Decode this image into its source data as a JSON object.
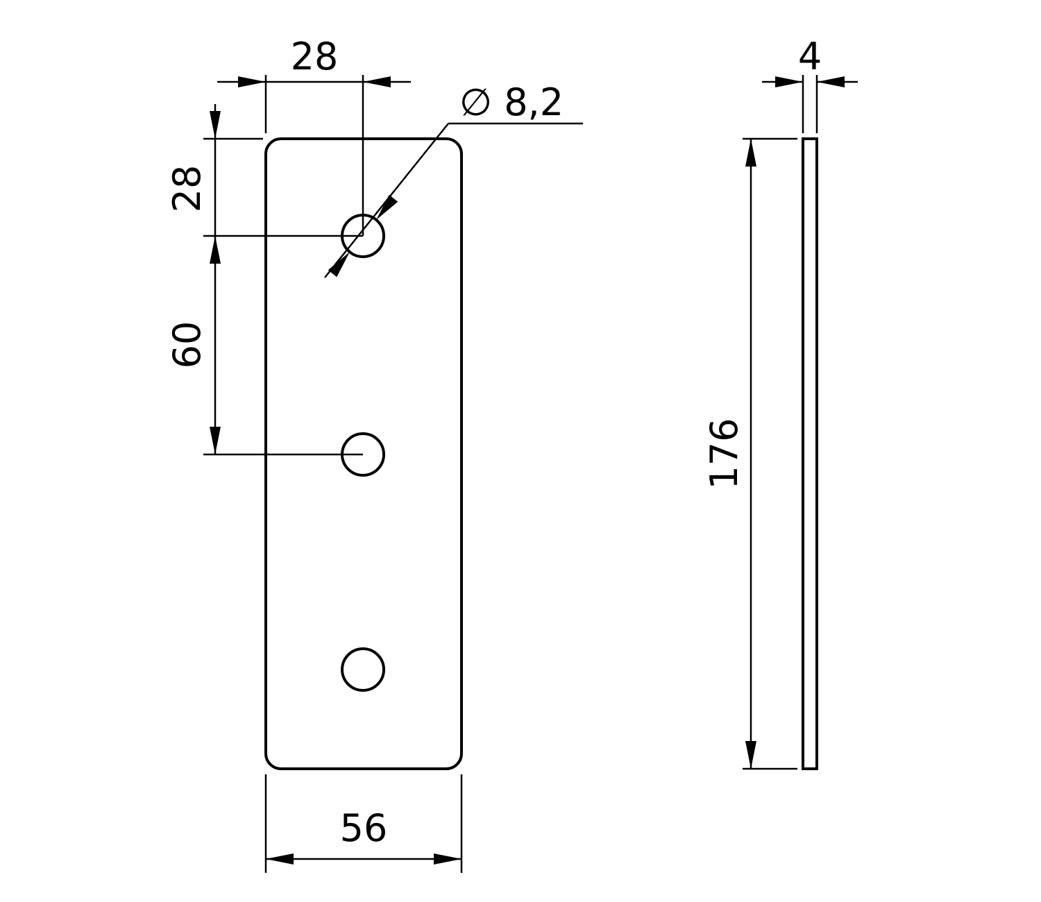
{
  "drawing": {
    "kind": "technical-dimension-drawing",
    "front_view": {
      "hole_count": 3,
      "dim_width_to_hole": "28",
      "dim_top_to_hole": "28",
      "dim_hole_spacing": "60",
      "dim_overall_width": "56",
      "dim_hole_diameter": "∅ 8,2"
    },
    "side_view": {
      "dim_thickness": "4",
      "dim_height": "176"
    }
  },
  "colors": {
    "line": "#000000",
    "background": "#ffffff"
  }
}
